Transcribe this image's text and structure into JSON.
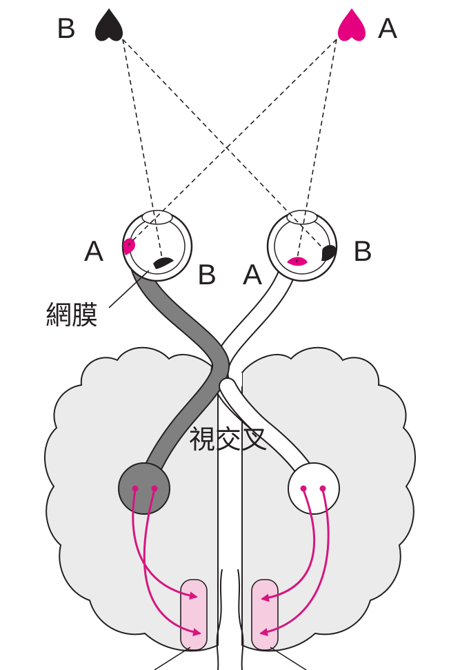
{
  "labels": {
    "object_b": "B",
    "object_a": "A",
    "left_eye_a": "A",
    "left_eye_b": "B",
    "right_eye_a": "A",
    "right_eye_b": "B",
    "retina": "網膜",
    "chiasm": "視交叉"
  },
  "colors": {
    "object_b": "#231f20",
    "object_a": "#e4007f",
    "left_pathway": "#808080",
    "right_pathway": "#ffffff",
    "brain_fill": "#ebebeb",
    "projection": "#d6157f",
    "cortex_target": "#f6cde0"
  }
}
